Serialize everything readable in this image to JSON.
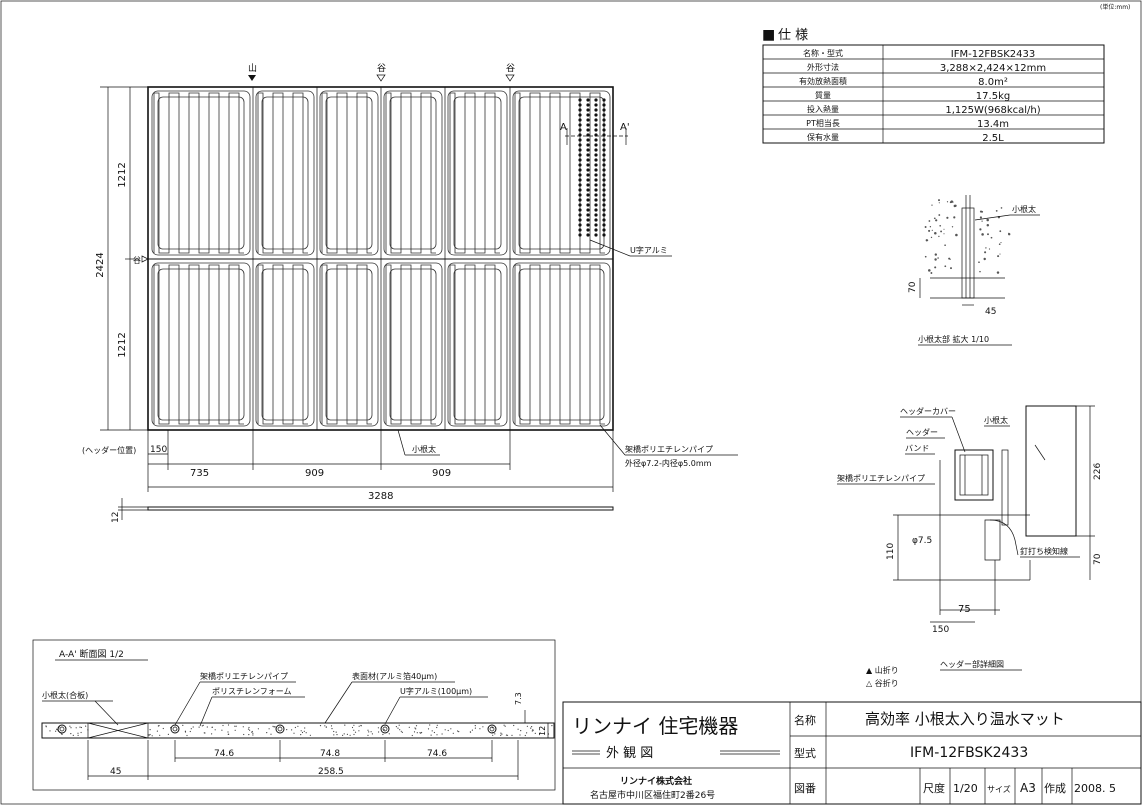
{
  "unit_note": "(単位:mm)",
  "spec": {
    "heading_mark": "■",
    "heading": "仕 様",
    "rows": [
      {
        "label": "名称・型式",
        "value": "IFM-12FBSK2433"
      },
      {
        "label": "外形寸法",
        "value": "3,288×2,424×12mm"
      },
      {
        "label": "有効放熱面積",
        "value": "8.0m²"
      },
      {
        "label": "質量",
        "value": "17.5kg"
      },
      {
        "label": "投入熱量",
        "value": "1,125W(968kcal/h)"
      },
      {
        "label": "PT相当長",
        "value": "13.4m"
      },
      {
        "label": "保有水量",
        "value": "2.5L"
      }
    ]
  },
  "plan": {
    "fold_mountain": "山",
    "fold_valley_1": "谷",
    "fold_valley_2": "谷",
    "fold_valley_side": "谷",
    "section_a": "A",
    "section_a2": "A'",
    "dim_total_height": "2424",
    "dim_upper": "1212",
    "dim_lower": "1212",
    "label_u_alumi": "U字アルミ",
    "label_konedaa": "小根太",
    "label_pipe": "架橋ポリエチレンパイプ",
    "label_pipe_dims": "外径φ7.2-内径φ5.0mm",
    "header_pos": "(ヘッダー位置)",
    "dim_150": "150",
    "dim_735": "735",
    "dim_909a": "909",
    "dim_909b": "909",
    "dim_3288": "3288",
    "dim_12": "12"
  },
  "detail_konedaa": {
    "label": "小根太",
    "dim_45": "45",
    "dim_70": "70",
    "caption": "小根太部 拡大 1/10"
  },
  "detail_header": {
    "header_cover": "ヘッダーカバー",
    "konedaa": "小根太",
    "header": "ヘッダー",
    "band": "バンド",
    "pipe": "架橋ポリエチレンパイプ",
    "phi": "φ7.5",
    "nail_line": "釘打ち検知線",
    "dim_226": "226",
    "dim_110": "110",
    "dim_70": "70",
    "dim_75": "75",
    "dim_150": "150",
    "caption": "ヘッダー部詳細図"
  },
  "legend": {
    "mountain": "▲ 山折り",
    "valley": "△ 谷折り"
  },
  "section_view": {
    "title": "A-A' 断面図 1/2",
    "pipe": "架橋ポリエチレンパイプ",
    "foam": "ポリスチレンフォーム",
    "surface": "表面材(アルミ箔40μm)",
    "u_alumi": "U字アルミ(100μm)",
    "konedaa": "小根太(合板)",
    "dim_73": "7.3",
    "dim_12": "12",
    "dim_45": "45",
    "dim_746a": "74.6",
    "dim_748": "74.8",
    "dim_746b": "74.6",
    "dim_2585": "258.5"
  },
  "title_block": {
    "company_logo": "リンナイ 住宅機器",
    "drawing_kind": "外 観 図",
    "company_name": "リンナイ株式会社",
    "address": "名古屋市中川区福住町2番26号",
    "name_label": "名称",
    "name_value": "高効率 小根太入り温水マット",
    "model_label": "型式",
    "model_value": "IFM-12FBSK2433",
    "drawing_no_label": "図番",
    "scale_label": "尺度",
    "scale_value": "1/20",
    "size_label": "サイズ",
    "size_value": "A3",
    "date_label": "作成",
    "date_value": "2008. 5"
  }
}
